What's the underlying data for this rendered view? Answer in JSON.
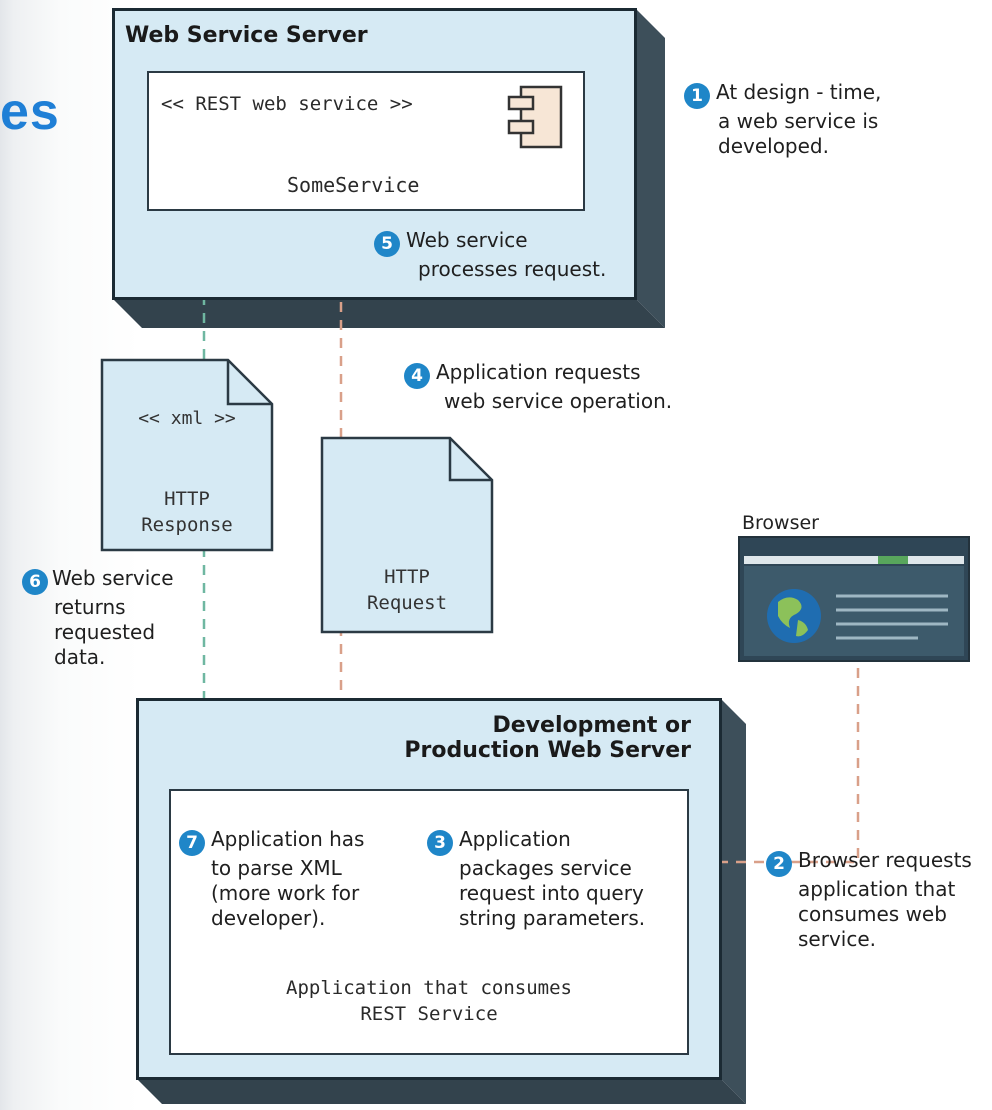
{
  "slide": {
    "title_fragment": "es"
  },
  "ws_server": {
    "title": "Web Service Server",
    "component_stereotype": "<< REST web service >>",
    "component_name": "SomeService"
  },
  "app_server": {
    "title_line1": "Development or",
    "title_line2": "Production Web Server",
    "app_name_line1": "Application that consumes",
    "app_name_line2": "REST Service"
  },
  "documents": {
    "response": {
      "stereotype": "<< xml >>",
      "line1": "HTTP",
      "line2": "Response"
    },
    "request": {
      "line1": "HTTP",
      "line2": "Request"
    }
  },
  "browser": {
    "label": "Browser"
  },
  "steps": [
    {
      "num": "1",
      "lines": [
        "At design - time,",
        "a web service is",
        "developed."
      ]
    },
    {
      "num": "2",
      "lines": [
        "Browser requests",
        "application that",
        "consumes web",
        "service."
      ]
    },
    {
      "num": "3",
      "lines": [
        "Application",
        "packages service",
        "request into query",
        "string parameters."
      ]
    },
    {
      "num": "4",
      "lines": [
        "Application requests",
        "web service operation."
      ]
    },
    {
      "num": "5",
      "lines": [
        "Web service",
        "processes request."
      ]
    },
    {
      "num": "6",
      "lines": [
        "Web service",
        "returns",
        "requested",
        "data."
      ]
    },
    {
      "num": "7",
      "lines": [
        "Application has",
        "to parse XML",
        "(more work for",
        "developer)."
      ]
    }
  ],
  "colors": {
    "node_fill": "#d6eaf4",
    "node_side": "#3d4f5a",
    "step_badge": "#1f86c8",
    "arrow_red": "#d9a089",
    "arrow_green": "#6fb7a1"
  }
}
